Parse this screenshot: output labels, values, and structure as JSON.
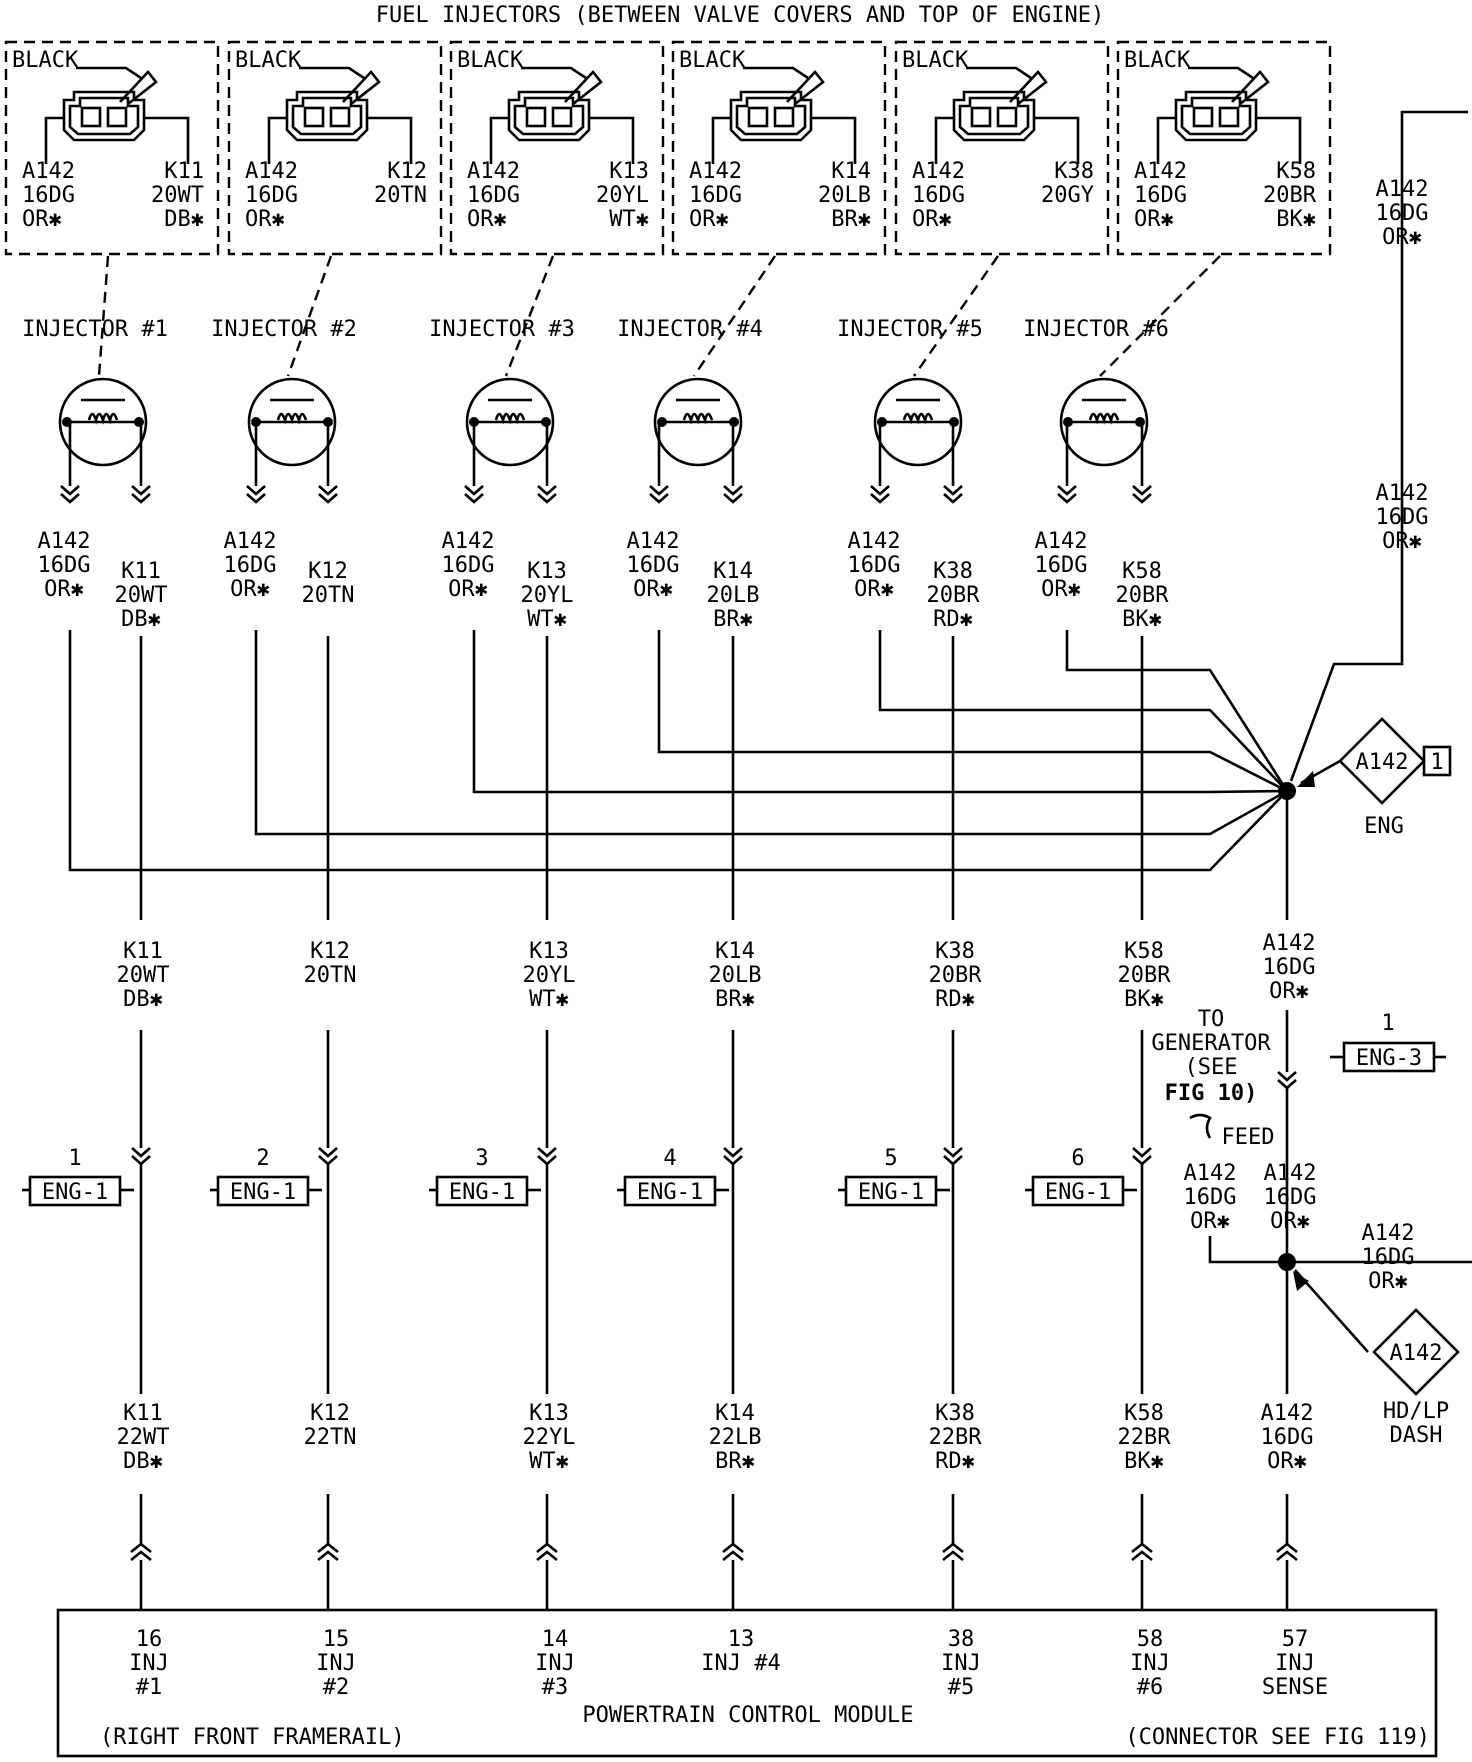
{
  "title": "FUEL INJECTORS (BETWEEN VALVE COVERS AND TOP OF ENGINE)",
  "injectors": [
    {
      "label": "INJECTOR #1",
      "conn_color": "BLACK",
      "circuit": "K11",
      "gauge_top": "20WT",
      "tracer": "DB✱",
      "gauge_bottom": "22WT",
      "eng_num": "1",
      "pcm_pin": "16",
      "pcm_inj": "INJ",
      "pcm_id": "#1"
    },
    {
      "label": "INJECTOR #2",
      "conn_color": "BLACK",
      "circuit": "K12",
      "gauge_top": "20TN",
      "tracer": "",
      "gauge_bottom": "22TN",
      "eng_num": "2",
      "pcm_pin": "15",
      "pcm_inj": "INJ",
      "pcm_id": "#2"
    },
    {
      "label": "INJECTOR #3",
      "conn_color": "BLACK",
      "circuit": "K13",
      "gauge_top": "20YL",
      "tracer": "WT✱",
      "gauge_bottom": "22YL",
      "eng_num": "3",
      "pcm_pin": "14",
      "pcm_inj": "INJ",
      "pcm_id": "#3"
    },
    {
      "label": "INJECTOR #4",
      "conn_color": "BLACK",
      "circuit": "K14",
      "gauge_top": "20LB",
      "tracer": "BR✱",
      "gauge_bottom": "22LB",
      "eng_num": "4",
      "pcm_pin": "13",
      "pcm_inj": "INJ #4",
      "pcm_id": ""
    },
    {
      "label": "INJECTOR #5",
      "conn_color": "BLACK",
      "circuit": "K38",
      "gauge_top": "20BR",
      "tracer": "RD✱",
      "gauge_bottom": "22BR",
      "eng_num": "5",
      "pcm_pin": "38",
      "pcm_inj": "INJ",
      "pcm_id": "#5"
    },
    {
      "label": "INJECTOR #6",
      "conn_color": "BLACK",
      "circuit": "K58",
      "gauge_top": "20BR",
      "tracer": "BK✱",
      "gauge_bottom": "22BR",
      "eng_num": "6",
      "pcm_pin": "58",
      "pcm_inj": "INJ",
      "pcm_id": "#6"
    }
  ],
  "conn_top_labels": [
    {
      "circuit": "K11",
      "gauge": "20WT",
      "tracer": "DB✱"
    },
    {
      "circuit": "K12",
      "gauge": "20TN",
      "tracer": ""
    },
    {
      "circuit": "K13",
      "gauge": "20YL",
      "tracer": "WT✱"
    },
    {
      "circuit": "K14",
      "gauge": "20LB",
      "tracer": "BR✱"
    },
    {
      "circuit": "K38",
      "gauge": "20GY",
      "tracer": ""
    },
    {
      "circuit": "K58",
      "gauge": "20BR",
      "tracer": "BK✱"
    }
  ],
  "feed": {
    "circuit": "A142",
    "gauge": "16DG",
    "tracer": "OR✱"
  },
  "mid_k12_gauge": "20TN",
  "eng_connector": "ENG-1",
  "eng3": {
    "num": "1",
    "label": "ENG-3"
  },
  "splice_eng": {
    "circuit": "A142",
    "pin": "1",
    "label": "ENG"
  },
  "splice_dash": {
    "circuit": "A142",
    "label1": "HD/LP",
    "label2": "DASH"
  },
  "generator_note": [
    "TO",
    "GENERATOR",
    "(SEE",
    "FIG 10)"
  ],
  "feed_label": "FEED",
  "pcm_sense": {
    "pin": "57",
    "l1": "INJ",
    "l2": "SENSE"
  },
  "pcm_title": "POWERTRAIN CONTROL MODULE",
  "pcm_location": "(RIGHT FRONT FRAMERAIL)",
  "pcm_connector": "(CONNECTOR SEE FIG 119)"
}
